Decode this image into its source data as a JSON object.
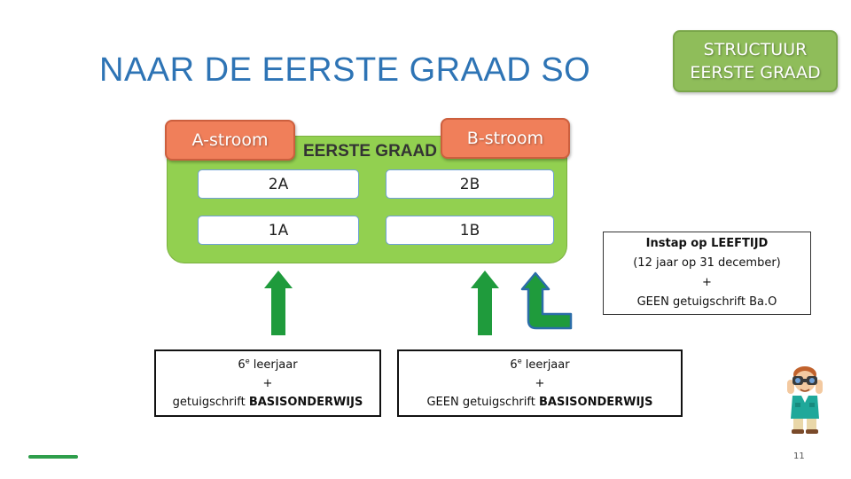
{
  "title": "NAAR DE EERSTE GRAAD SO",
  "badge": {
    "line1": "STRUCTUUR",
    "line2": "EERSTE GRAAD"
  },
  "panel": {
    "label": "EERSTE GRAAD",
    "stream_a": "A-stroom",
    "stream_b": "B-stroom",
    "years": {
      "y2a": "2A",
      "y2b": "2B",
      "y1a": "1A",
      "y1b": "1B"
    }
  },
  "box_left": {
    "line1_main": "6",
    "line1_sup": "e",
    "line1_rest": " leerjaar",
    "plus": "+",
    "line3_pre": "getuigschrift ",
    "line3_bold": "BASISONDERWIJS"
  },
  "box_right": {
    "line1_main": "6",
    "line1_sup": "e",
    "line1_rest": " leerjaar",
    "plus": "+",
    "line3_pre": "GEEN getuigschrift ",
    "line3_bold": "BASISONDERWIJS"
  },
  "box_instap": {
    "line1": "Instap op LEEFTIJD",
    "line2": "(12 jaar op 31 december)",
    "plus": "+",
    "line4": "GEEN getuigschrift Ba.O"
  },
  "page_number": "11",
  "colors": {
    "title": "#2e74b5",
    "badge": "#8fbd5a",
    "panel": "#92d050",
    "stream": "#f07f5a",
    "arrow": "#1f9b3c",
    "arrow_outline": "#2b6da8"
  },
  "icons": [
    "arrow-up-icon",
    "arrow-up-icon",
    "return-arrow-icon",
    "explorer-with-binoculars-icon"
  ]
}
